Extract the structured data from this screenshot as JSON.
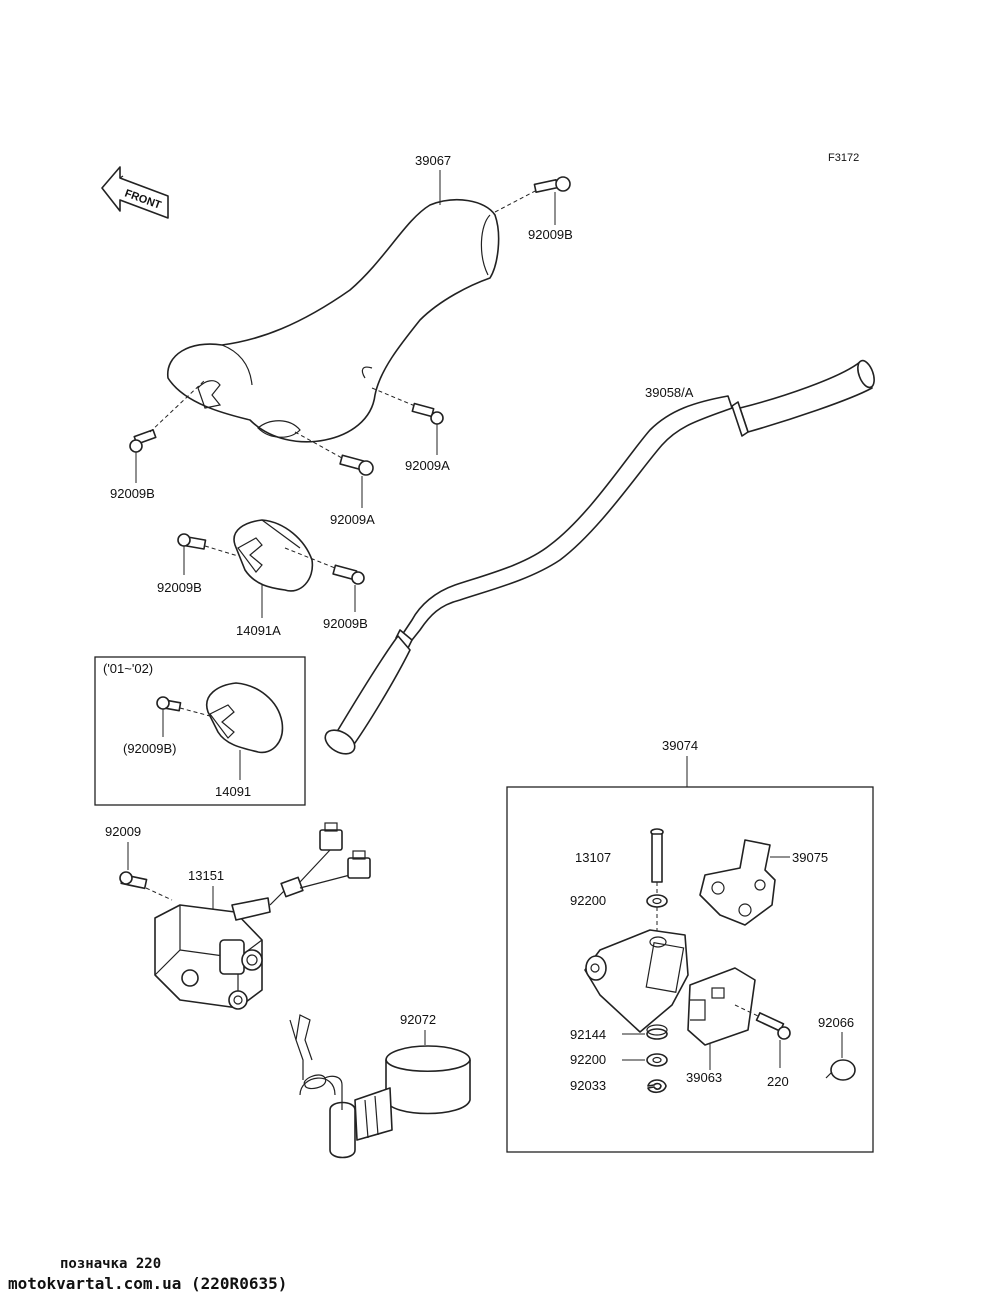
{
  "figure_code": "F3172",
  "front_arrow_text": "FRONT",
  "variant_box_label": "('01~'02)",
  "parts": {
    "cover_39067": "39067",
    "bolt_92009B_top": "92009B",
    "bolt_92009B_left": "92009B",
    "bolt_92009A_right": "92009A",
    "bolt_92009A_bottom": "92009A",
    "handlebar": "39058/A",
    "holder_92009B_left": "92009B",
    "holder_92009B_right": "92009B",
    "holder_14091A": "14091A",
    "variant_92009B": "(92009B)",
    "variant_14091": "14091",
    "switch_bolt": "92009",
    "switch_13151": "13151",
    "clamp_92072": "92072",
    "lever_assy_39074": "39074",
    "pin_13107": "13107",
    "lever_39075": "39075",
    "washer_92200_top": "92200",
    "spring_92144": "92144",
    "washer_92200_bottom": "92200",
    "circlip_92033": "92033",
    "lever_39063": "39063",
    "bolt_220": "220",
    "cap_92066": "92066"
  },
  "footer": {
    "note": "позначка 220",
    "source": "motokvartal.com.ua (220R0635)"
  }
}
